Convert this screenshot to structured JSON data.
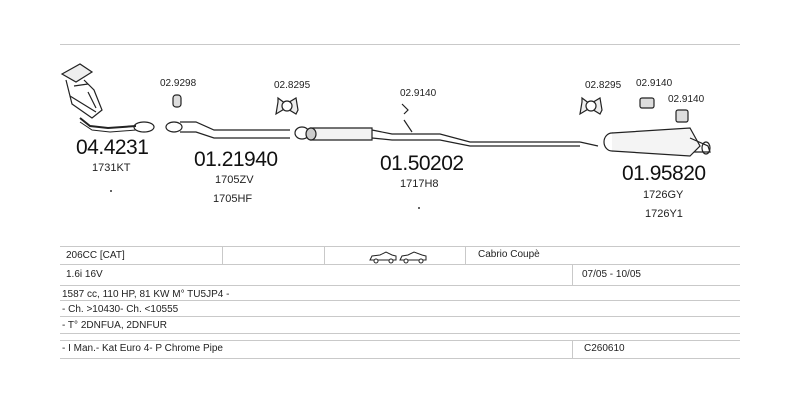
{
  "accent_color": "#111111",
  "parts": [
    {
      "number": "04.4231",
      "codes": [
        "1731KT"
      ]
    },
    {
      "number": "01.21940",
      "codes": [
        "1705ZV",
        "1705HF"
      ]
    },
    {
      "number": "01.50202",
      "codes": [
        "1717H8"
      ]
    },
    {
      "number": "01.95820",
      "codes": [
        "1726GY",
        "1726Y1"
      ]
    }
  ],
  "fittings": [
    "02.9298",
    "02.8295",
    "02.9140",
    "02.8295",
    "02.9140",
    "02.9140"
  ],
  "table": {
    "model": "206CC  [CAT]",
    "body_type": "Cabrio Coupè",
    "engine": "1.6i 16V",
    "years": "07/05 - 10/05",
    "spec": "1587 cc, 110 HP, 81 KW M° TU5JP4 -",
    "chassis": "- Ch. >10430- Ch. <10555",
    "type_codes": "- T° 2DNFUA, 2DNFUR",
    "note": "- I Man.- Kat Euro 4- P Chrome Pipe",
    "kit_code": "C260610"
  }
}
